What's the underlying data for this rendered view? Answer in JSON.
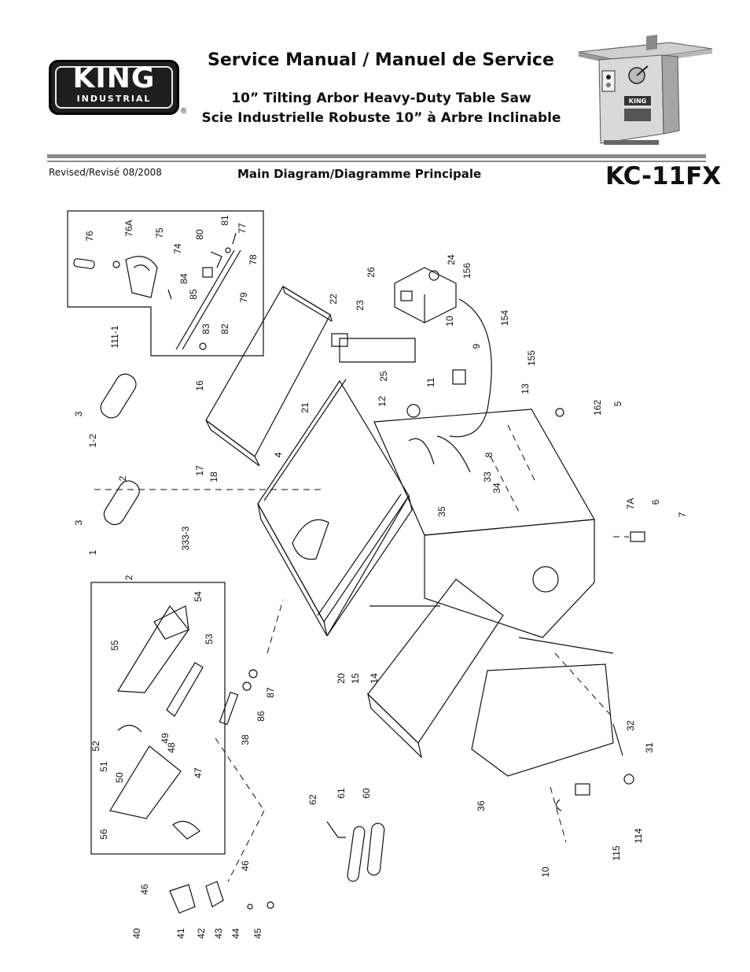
{
  "header": {
    "logo_word": "KING",
    "logo_sub": "INDUSTRIAL",
    "registered_mark": "®",
    "title": "Service Manual / Manuel de Service",
    "subtitle_en": "10” Tilting Arbor Heavy-Duty Table Saw",
    "subtitle_fr": "Scie Industrielle Robuste 10” à Arbre Inclinable",
    "revised": "Revised/Revisé 08/2008",
    "diagram_title": "Main Diagram/Diagramme Principale",
    "model": "KC-11FX",
    "photo_label": "KING"
  },
  "colors": {
    "rule": "#8a8a8a",
    "logo_bg": "#1e1e1e",
    "ink": "#111111"
  },
  "callouts": [
    "76",
    "76A",
    "75",
    "74",
    "80",
    "81",
    "77",
    "78",
    "84",
    "85",
    "79",
    "83",
    "82",
    "111-1",
    "26",
    "24",
    "156",
    "23",
    "22",
    "10",
    "9",
    "154",
    "155",
    "13",
    "11",
    "12",
    "21",
    "25",
    "16",
    "3",
    "1-2",
    "2",
    "17",
    "18",
    "4",
    "162",
    "5",
    "8",
    "33",
    "35",
    "34",
    "7A",
    "6",
    "7",
    "3",
    "1",
    "2",
    "333-3",
    "54",
    "55",
    "53",
    "20",
    "15",
    "14",
    "87",
    "86",
    "38",
    "52",
    "51",
    "49",
    "48",
    "50",
    "47",
    "56",
    "62",
    "61",
    "60",
    "36",
    "32",
    "31",
    "114",
    "115",
    "10",
    "46",
    "46",
    "40",
    "41",
    "42",
    "43",
    "44",
    "45"
  ]
}
